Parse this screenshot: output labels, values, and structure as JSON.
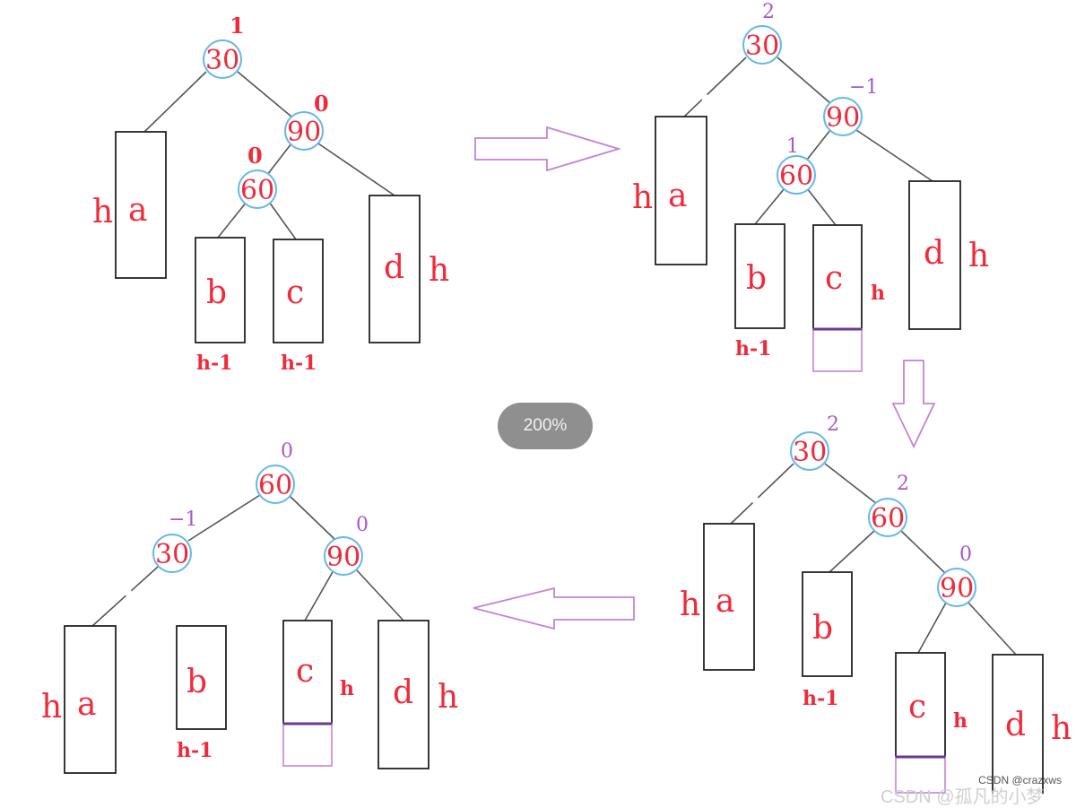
{
  "zoom_indicator": "200%",
  "watermark": "CSDN @crazxws",
  "watermark_bottom": "CSDN @孤凡的小梦",
  "colors": {
    "node_text": "#ef2b3b",
    "node_ring": "#64b8ea",
    "balance_new": "#a55ac8",
    "arrow": "#c383d6"
  },
  "panels": {
    "top_left": {
      "nodes": [
        {
          "key": "30",
          "bf": "1"
        },
        {
          "key": "90",
          "bf": "0"
        },
        {
          "key": "60",
          "bf": "0"
        }
      ],
      "subtrees": [
        {
          "label": "a",
          "height": "h"
        },
        {
          "label": "b",
          "height": "h-1"
        },
        {
          "label": "c",
          "height": "h-1"
        },
        {
          "label": "d",
          "height": "h"
        }
      ]
    },
    "top_right": {
      "nodes": [
        {
          "key": "30",
          "bf": "2"
        },
        {
          "key": "90",
          "bf": "−1"
        },
        {
          "key": "60",
          "bf": "1"
        }
      ],
      "subtrees": [
        {
          "label": "a",
          "height": "h"
        },
        {
          "label": "b",
          "height": "h-1"
        },
        {
          "label": "c",
          "height": "h"
        },
        {
          "label": "d",
          "height": "h"
        }
      ]
    },
    "bottom_right": {
      "nodes": [
        {
          "key": "30",
          "bf": "2"
        },
        {
          "key": "60",
          "bf": "2"
        },
        {
          "key": "90",
          "bf": "0"
        }
      ],
      "subtrees": [
        {
          "label": "a",
          "height": "h"
        },
        {
          "label": "b",
          "height": "h-1"
        },
        {
          "label": "c",
          "height": "h"
        },
        {
          "label": "d",
          "height": "h"
        }
      ]
    },
    "bottom_left": {
      "nodes": [
        {
          "key": "60",
          "bf": "0"
        },
        {
          "key": "30",
          "bf": "−1"
        },
        {
          "key": "90",
          "bf": "0"
        }
      ],
      "subtrees": [
        {
          "label": "a",
          "height": "h"
        },
        {
          "label": "b",
          "height": "h-1"
        },
        {
          "label": "c",
          "height": "h"
        },
        {
          "label": "d",
          "height": "h"
        }
      ]
    }
  }
}
